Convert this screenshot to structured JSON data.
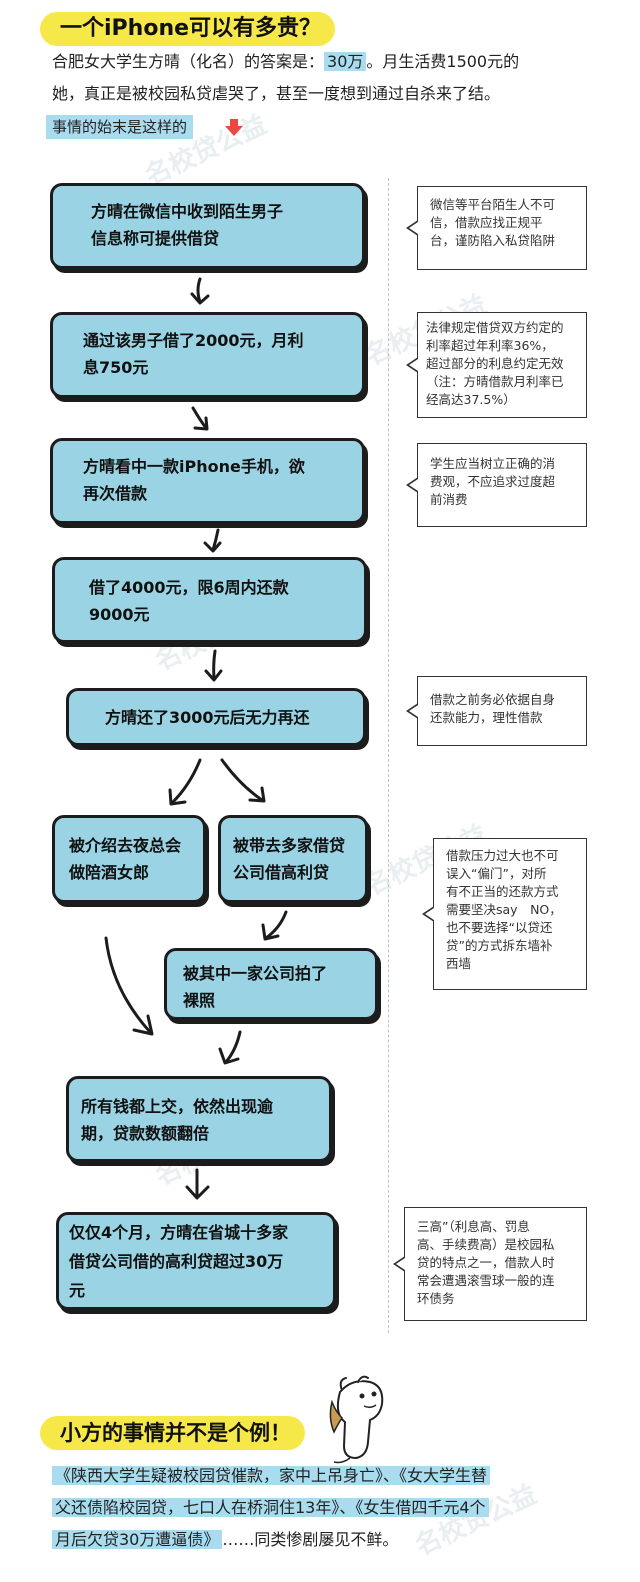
{
  "header": {
    "title": "一个iPhone可以有多贵？",
    "intro_line1_before": "合肥女大学生方晴（化名）的答案是：",
    "intro_line1_highlight": "30万",
    "intro_line1_after": "。月生活费1500元的",
    "intro_line2": "她，真正是被校园私贷虐哭了，甚至一度想到通过自杀来了结。",
    "start_label": "事情的始末是这样的"
  },
  "watermark": "名校贷公益",
  "flow": {
    "step1": [
      "方晴在微信中收到陌生男子",
      "信息称可提供借贷"
    ],
    "step2": [
      "通过该男子借了2000元，月利",
      "息750元"
    ],
    "step3": [
      "方晴看中一款iPhone手机，欲",
      "再次借款"
    ],
    "step4": [
      "借了4000元，限6周内还款",
      "9000元"
    ],
    "step5": [
      "方晴还了3000元后无力再还"
    ],
    "step6a": [
      "被介绍去夜总会",
      "做陪酒女郎"
    ],
    "step6b": [
      "被带去多家借贷",
      "公司借高利贷"
    ],
    "step7": [
      "被其中一家公司拍了",
      "裸照"
    ],
    "step8": [
      "所有钱都上交，依然出现逾",
      "期，贷款数额翻倍"
    ],
    "step9": [
      "仅仅4个月，方晴在省城十多家",
      "借贷公司借的高利贷超过30万",
      "元"
    ]
  },
  "notes": {
    "note1": [
      "微信等平台陌生人不可",
      "信，借款应找正规平",
      "台，谨防陷入私贷陷阱"
    ],
    "note2": [
      "法律规定借贷双方约定的",
      "利率超过年利率36%，",
      "超过部分的利息约定无效",
      "（注：方晴借款月利率已",
      "经高达37.5%）"
    ],
    "note3": [
      "学生应当树立正确的消",
      "费观，不应追求过度超",
      "前消费"
    ],
    "note4": [
      "借款之前务必依据自身",
      "还款能力，理性借款"
    ],
    "note5": [
      "借款压力过大也不可",
      "误入“偏门”，对所",
      "有不正当的还款方式",
      "需要坚决say　NO，",
      "也不要选择“以贷还",
      "贷”的方式拆东墙补",
      "西墙"
    ],
    "note6": [
      "三高”（利息高、罚息",
      "高、手续费高）是校园私",
      "贷的特点之一，借款人时",
      "常会遭遇滚雪球一般的连",
      "环债务"
    ]
  },
  "footer": {
    "title": "小方的事情并不是个例！",
    "line1": "《陕西大学生疑被校园贷催款，家中上吊身亡》、《女大学生替",
    "line2": "父还债陷校园贷，七口人在桥洞住13年》、《女生借四千元4个",
    "line3_highlight": "月后欠贷30万遭逼债》",
    "line3_after": "……同类惨剧屡见不鲜。"
  },
  "colors": {
    "box": "#9ad3e3",
    "title_bg": "#f7e84a",
    "highlight": "#a9dcef",
    "start_arrow": "#e8483f"
  }
}
